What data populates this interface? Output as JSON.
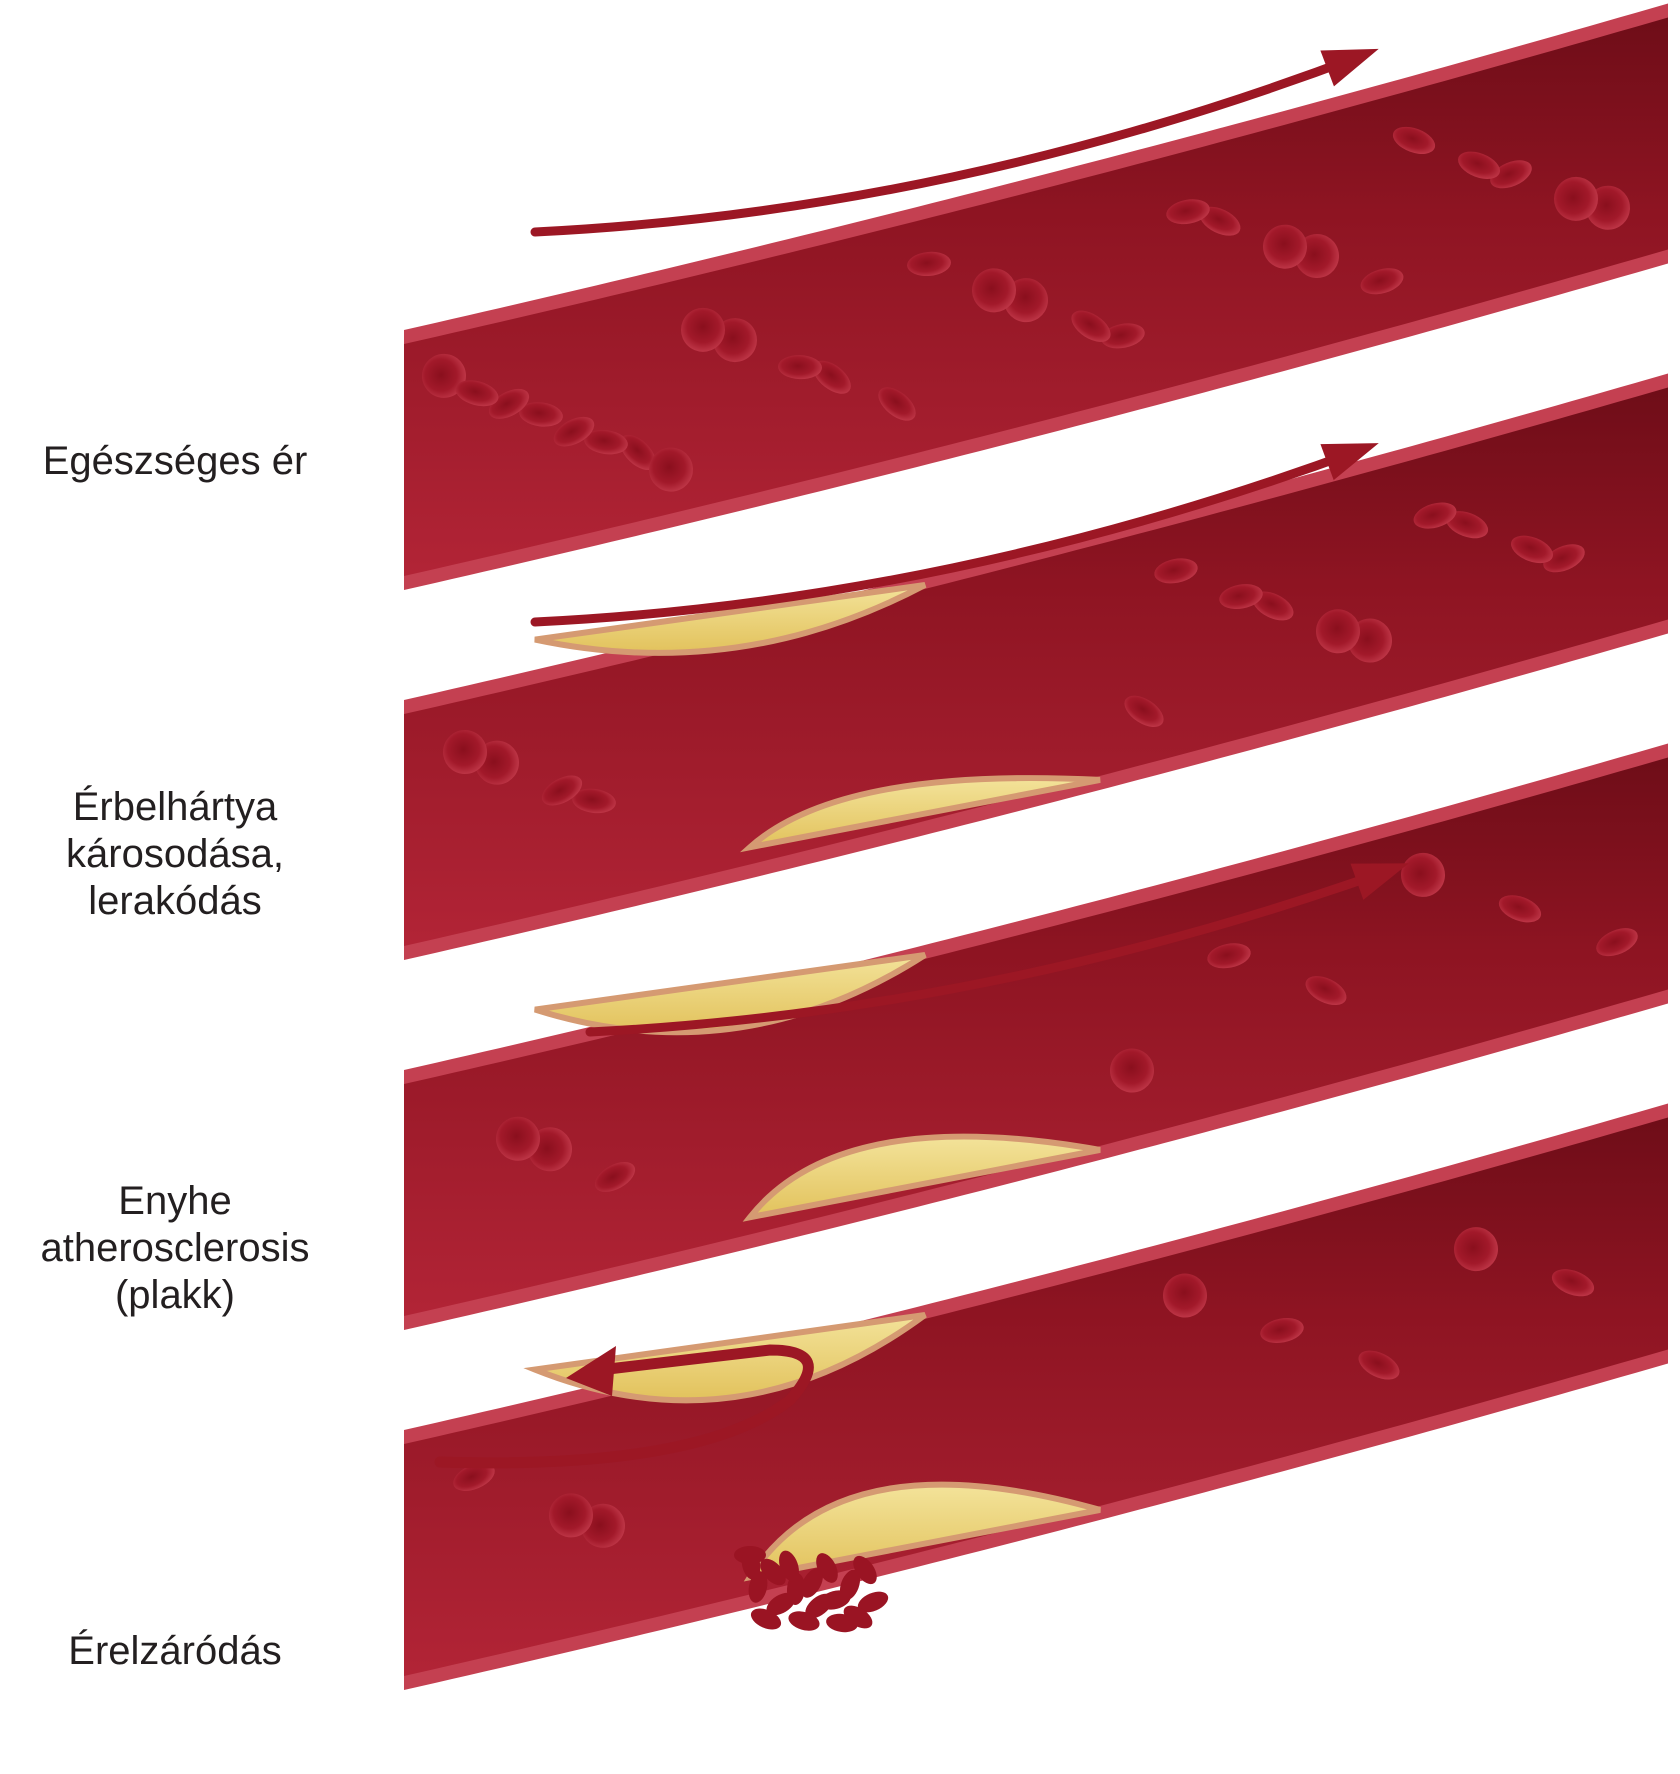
{
  "stages": [
    {
      "id": "healthy",
      "lines": [
        "Egészséges ér"
      ]
    },
    {
      "id": "damage",
      "lines": [
        "Érbelhártya",
        "károsodása,",
        "lerakódás"
      ]
    },
    {
      "id": "mild",
      "lines": [
        "Enyhe",
        "atherosclerosis",
        "(plakk)"
      ]
    },
    {
      "id": "occlusion",
      "lines": [
        "Érelzáródás"
      ]
    }
  ],
  "colors": {
    "vessel_wall": "#a5182b",
    "vessel_wall_light": "#c44051",
    "vessel_lumen": "#8e1422",
    "plaque": "#e9cf73",
    "plaque_rim": "#d59a72",
    "blood_cell": "#9a1423",
    "arrow": "#9c1724"
  },
  "icons": [
    "flow-arrow-icon",
    "return-flow-arrow-icon"
  ]
}
